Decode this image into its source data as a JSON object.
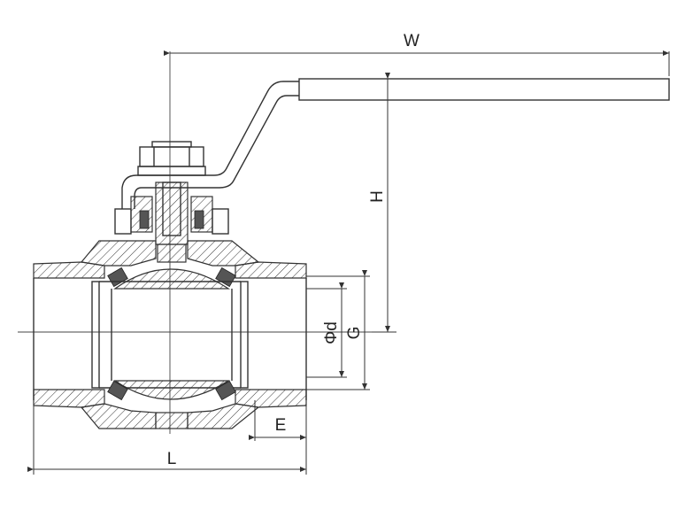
{
  "drawing": {
    "dimensions": {
      "W": "W",
      "H": "H",
      "phi_d": "Φd",
      "G": "G",
      "E": "E",
      "L": "L"
    },
    "line_color": "#333333",
    "background": "#ffffff"
  }
}
